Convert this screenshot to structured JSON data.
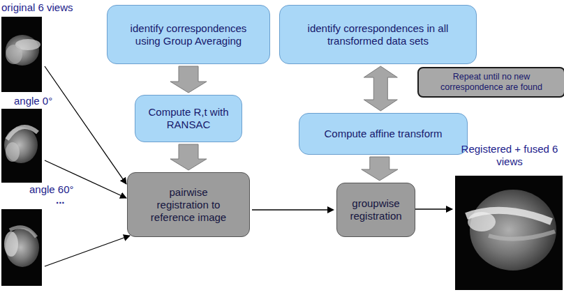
{
  "diagram": {
    "nodes": [
      {
        "text": [
          "identify correspondences using Group Averaging"
        ]
      },
      {
        "text": [
          "identify correspondences in all transformed data sets"
        ]
      },
      {
        "text": [
          "Repeat until no new correspondence are found"
        ]
      },
      {
        "text": [
          "Compute R,t with RANSAC"
        ]
      },
      {
        "text": [
          "Compute affine transform"
        ]
      },
      {
        "text": [
          "pairwise registration to reference image"
        ]
      },
      {
        "text": [
          "groupwise registration"
        ]
      }
    ],
    "edges": [
      {
        "from": 0,
        "to": 3,
        "arrow": "to"
      },
      {
        "from": 3,
        "to": 5,
        "arrow": "to"
      },
      {
        "from": 1,
        "to": 4,
        "arrow": "both"
      },
      {
        "from": 4,
        "to": 6,
        "arrow": "to"
      },
      {
        "from": 5,
        "to": 6,
        "arrow": "to"
      }
    ],
    "labels": [
      "original 6 views",
      "angle 0°",
      "angle 60°",
      "...",
      "Registered + fused 6 views"
    ]
  }
}
